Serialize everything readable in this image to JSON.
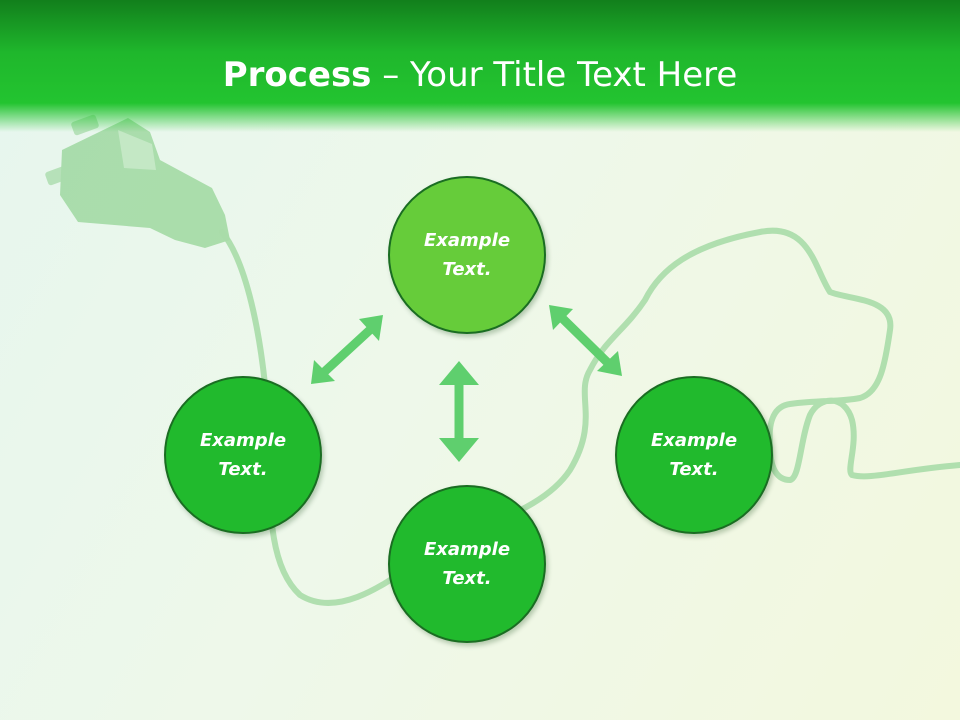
{
  "slide": {
    "title_bold": "Process",
    "title_rest": " – Your Title Text Here"
  },
  "nodes": {
    "top": "Example Text.",
    "left": "Example Text.",
    "right": "Example Text.",
    "bottom": "Example Text."
  },
  "colors": {
    "header": "#1fb72c",
    "node_top": "#66cc3a",
    "node_other": "#21ba2d",
    "arrow": "#5fcf6e"
  },
  "decor": {
    "background_image": "plug-cable-car-outline-icon"
  }
}
